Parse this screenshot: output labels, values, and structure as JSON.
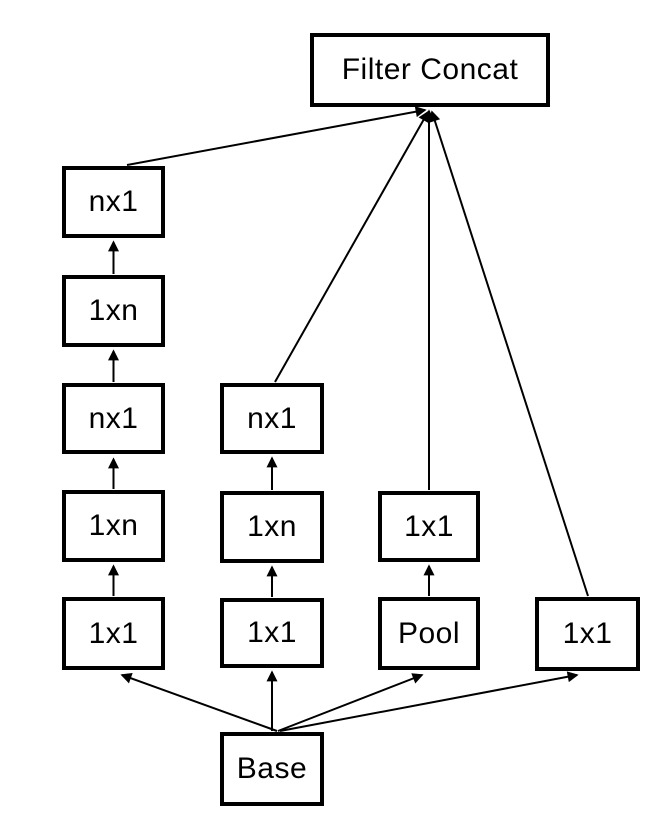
{
  "diagram": {
    "kind": "inception-module-flow-diagram",
    "top": {
      "label": "Filter Concat"
    },
    "base": {
      "label": "Base"
    },
    "branches": [
      {
        "name": "factorized-nxn-deep-branch",
        "nodes": [
          "1x1",
          "1xn",
          "nx1",
          "1xn",
          "nx1"
        ]
      },
      {
        "name": "factorized-nxn-branch",
        "nodes": [
          "1x1",
          "1xn",
          "nx1"
        ]
      },
      {
        "name": "pool-projection-branch",
        "nodes": [
          "Pool",
          "1x1"
        ]
      },
      {
        "name": "direct-1x1-branch",
        "nodes": [
          "1x1"
        ]
      }
    ],
    "colors": {
      "stroke": "#000000",
      "text": "#000000",
      "background": "#ffffff"
    }
  }
}
